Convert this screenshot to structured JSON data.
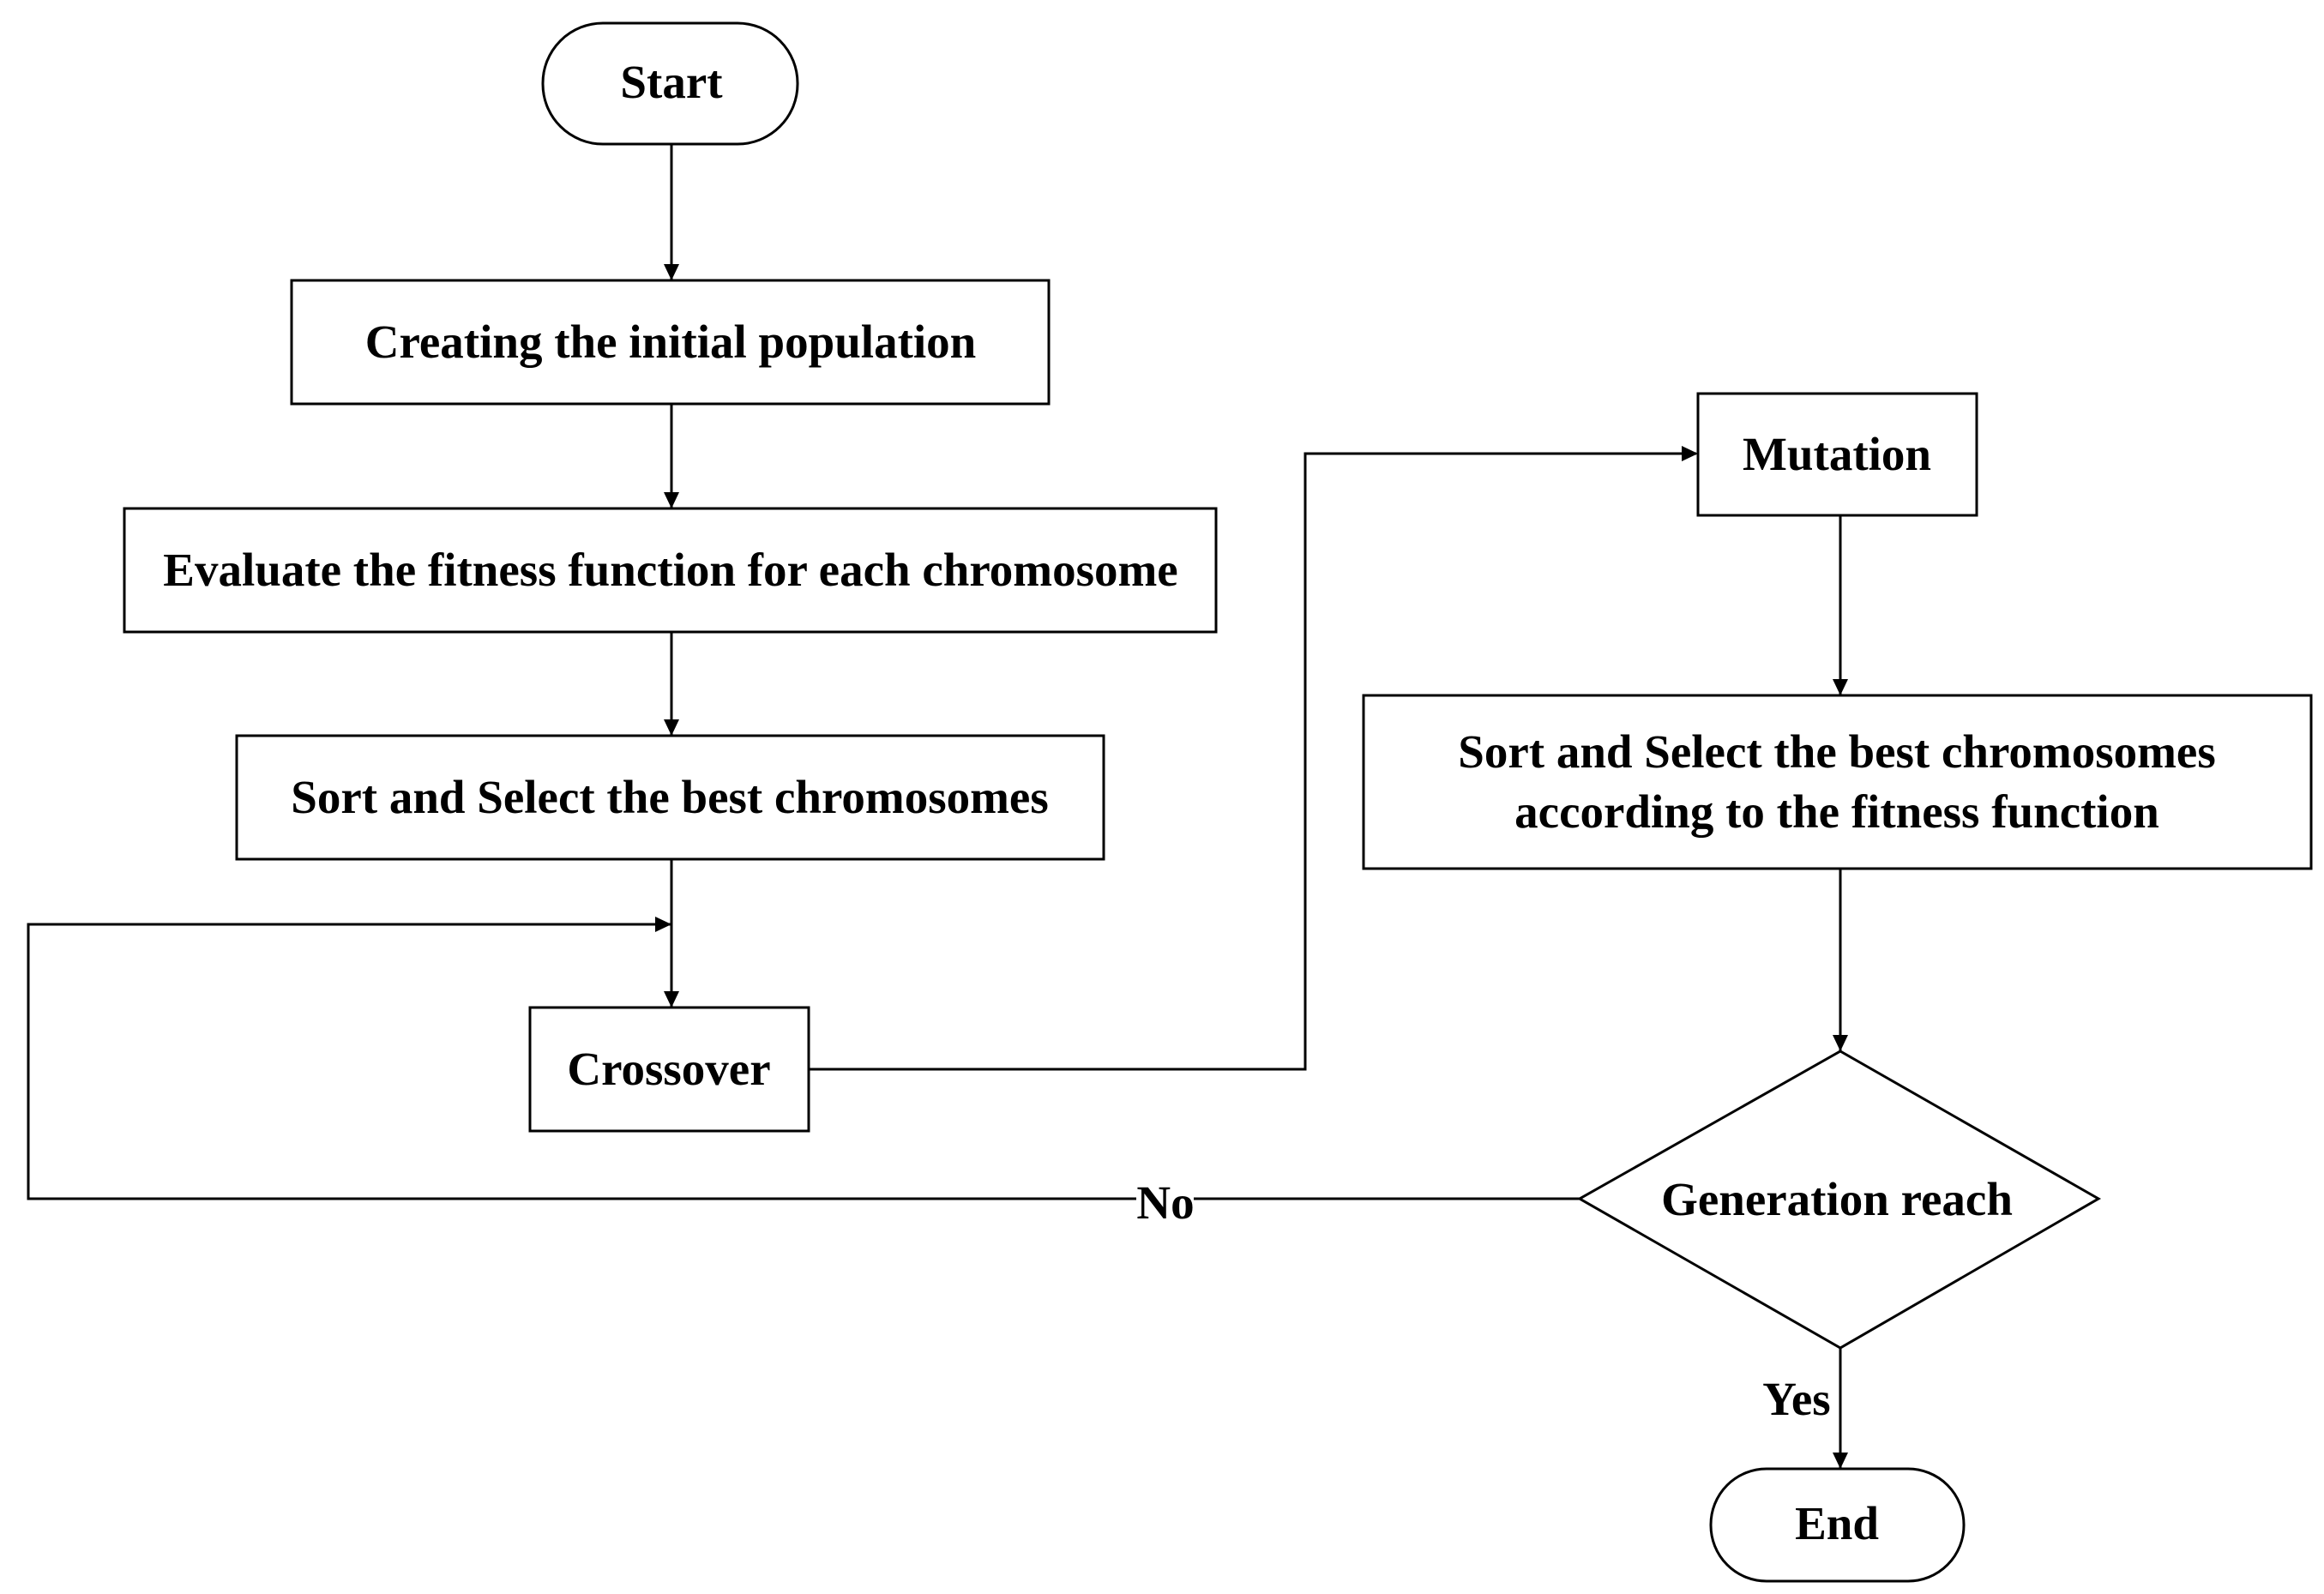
{
  "nodes": {
    "start": "Start",
    "initial_population": "Creating the initial population",
    "evaluate_fitness": "Evaluate the fitness function for each chromosome",
    "sort_select": "Sort and Select the best chromosomes",
    "crossover": "Crossover",
    "mutation": "Mutation",
    "sort_select_fitness_line1": "Sort and Select the best chromosomes",
    "sort_select_fitness_line2": "according to the fitness function",
    "generation_reach": "Generation reach",
    "end": "End"
  },
  "edges": {
    "no_label": "No",
    "yes_label": "Yes"
  },
  "colors": {
    "stroke": "#000000",
    "fill": "#ffffff",
    "text": "#000000"
  }
}
